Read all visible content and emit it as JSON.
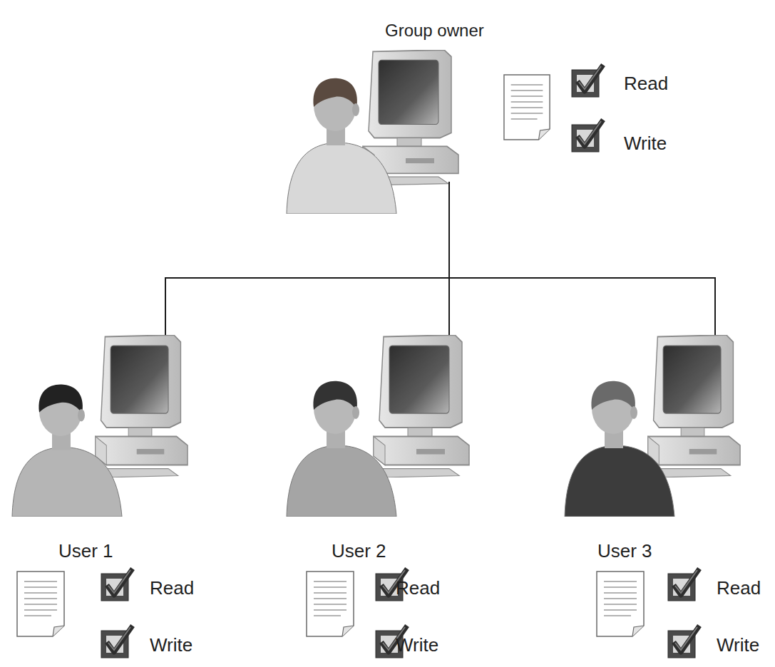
{
  "diagram": {
    "nodes": [
      {
        "text": [
          "Group owner",
          "Read",
          "Write"
        ]
      },
      {
        "text": [
          "User 1",
          "Read",
          "Write"
        ]
      },
      {
        "text": [
          "User 2",
          "Read",
          "Write"
        ]
      },
      {
        "text": [
          "User 3",
          "Read",
          "Write"
        ]
      }
    ],
    "edges": [
      {
        "from": 0,
        "to": 1,
        "arrow": "none"
      },
      {
        "from": 0,
        "to": 2,
        "arrow": "none"
      },
      {
        "from": 0,
        "to": 3,
        "arrow": "none"
      }
    ]
  }
}
